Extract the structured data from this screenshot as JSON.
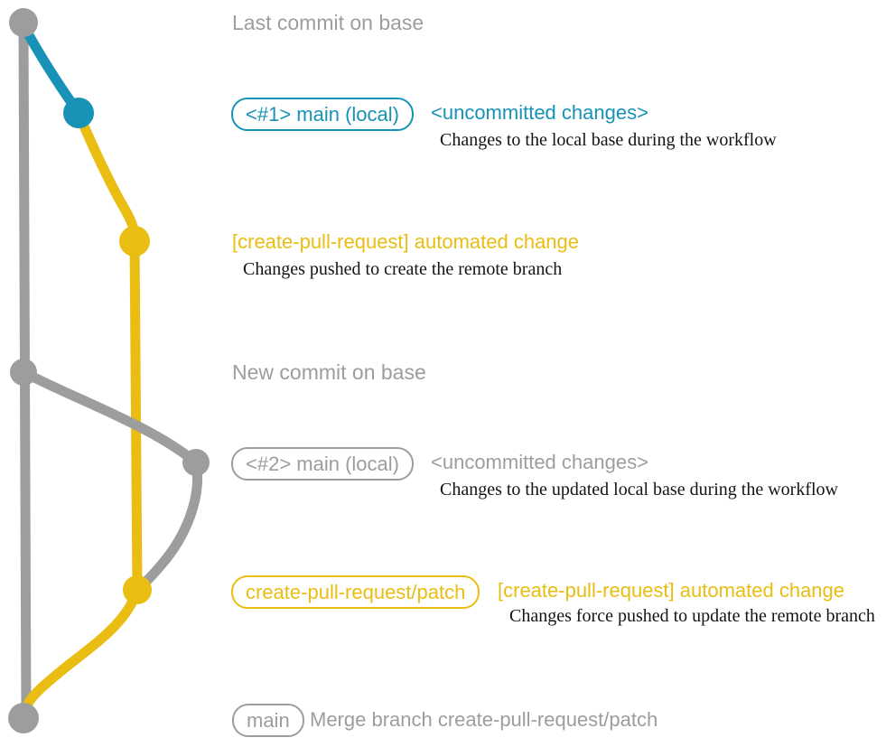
{
  "colors": {
    "gray": "#9d9d9d",
    "blue": "#1892b6",
    "yellow": "#e9bd12",
    "ink": "#141414",
    "background": "#ffffff"
  },
  "captions": {
    "last_commit": "Last commit on base",
    "new_commit": "New commit on base"
  },
  "rows": {
    "r1": {
      "badge": "<#1> main (local)",
      "title": "<uncommitted changes>",
      "desc": "Changes to the local base during the workflow"
    },
    "r2": {
      "title": "[create-pull-request] automated change",
      "desc": "Changes pushed to create the remote branch"
    },
    "r3": {
      "badge": "<#2> main (local)",
      "title": "<uncommitted changes>",
      "desc": "Changes to the updated local base during the workflow"
    },
    "r4": {
      "badge": "create-pull-request/patch",
      "title": "[create-pull-request] automated change",
      "desc": "Changes force pushed to update the remote branch"
    },
    "r5": {
      "badge": "main",
      "title": "Merge branch create-pull-request/patch"
    }
  },
  "graph": {
    "branch_names": {
      "base": "base",
      "local_main": "main (local)",
      "patch": "create-pull-request/patch"
    },
    "commit_count": 7
  }
}
